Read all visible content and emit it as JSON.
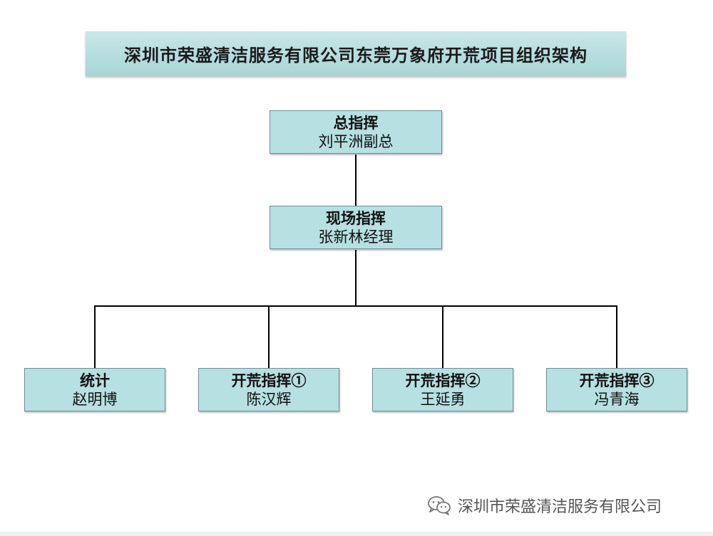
{
  "title": "深圳市荣盛清洁服务有限公司东莞万象府开荒项目组织架构",
  "nodes": {
    "commander": {
      "role": "总指挥",
      "person": "刘平洲副总"
    },
    "site_commander": {
      "role": "现场指挥",
      "person": "张新林经理"
    },
    "statistics": {
      "role": "统计",
      "person": "赵明博"
    },
    "cleaning_lead_1": {
      "role": "开荒指挥①",
      "person": "陈汉辉"
    },
    "cleaning_lead_2": {
      "role": "开荒指挥②",
      "person": "王延勇"
    },
    "cleaning_lead_3": {
      "role": "开荒指挥③",
      "person": "冯青海"
    }
  },
  "watermark": {
    "icon": "wechat-icon",
    "text": "深圳市荣盛清洁服务有限公司"
  },
  "colors": {
    "node_fill": "#b7e0e2",
    "banner_fill": "#b4dcdd",
    "connector": "#000000"
  }
}
